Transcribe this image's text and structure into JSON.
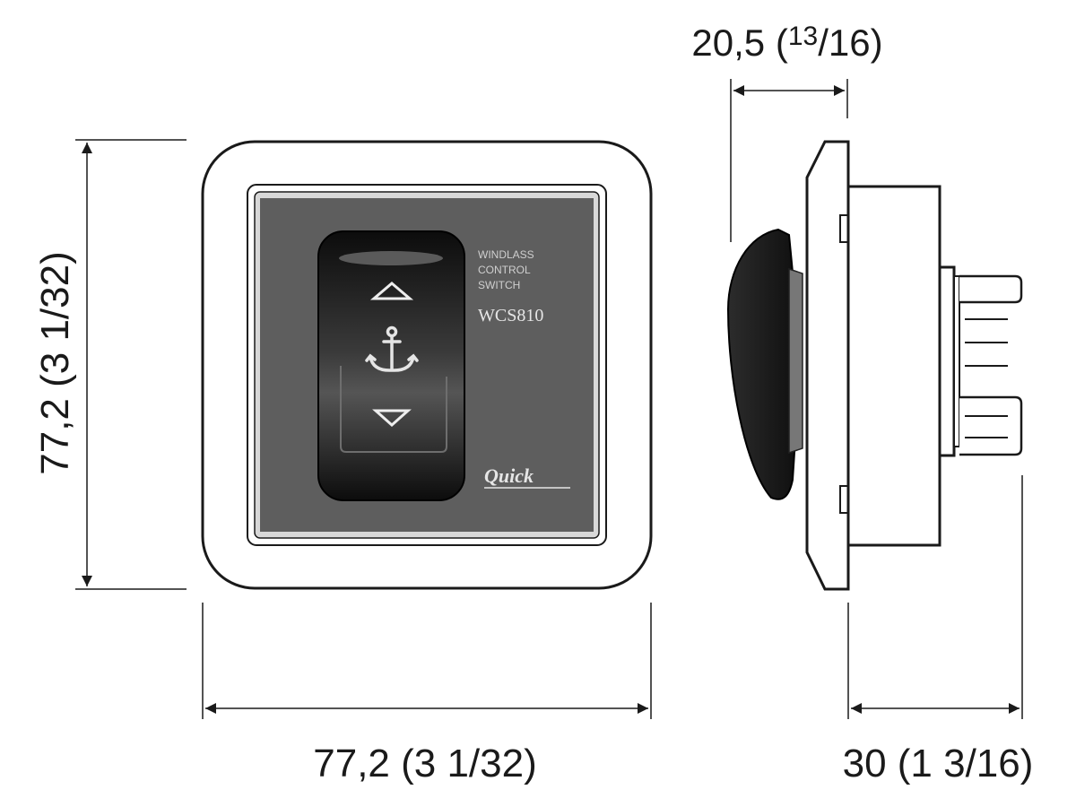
{
  "dimensions": {
    "front_width": "77,2 (3 1/32)",
    "front_height": "77,2 (3 1/32)",
    "side_knob_depth_main": "20,5 (",
    "side_knob_depth_num": "13",
    "side_knob_depth_den": "/16)",
    "side_body_depth": "30 (1 3/16)"
  },
  "panel": {
    "line1": "WINDLASS",
    "line2": "CONTROL",
    "line3": "SWITCH",
    "model": "WCS810",
    "brand": "Quick"
  },
  "icons": {
    "up": "triangle-up-icon",
    "anchor": "anchor-icon",
    "down": "triangle-down-icon"
  },
  "colors": {
    "line": "#1a1a1a",
    "panel_face": "#5e5e5e",
    "rocker": "#111111",
    "frame": "#ffffff"
  }
}
